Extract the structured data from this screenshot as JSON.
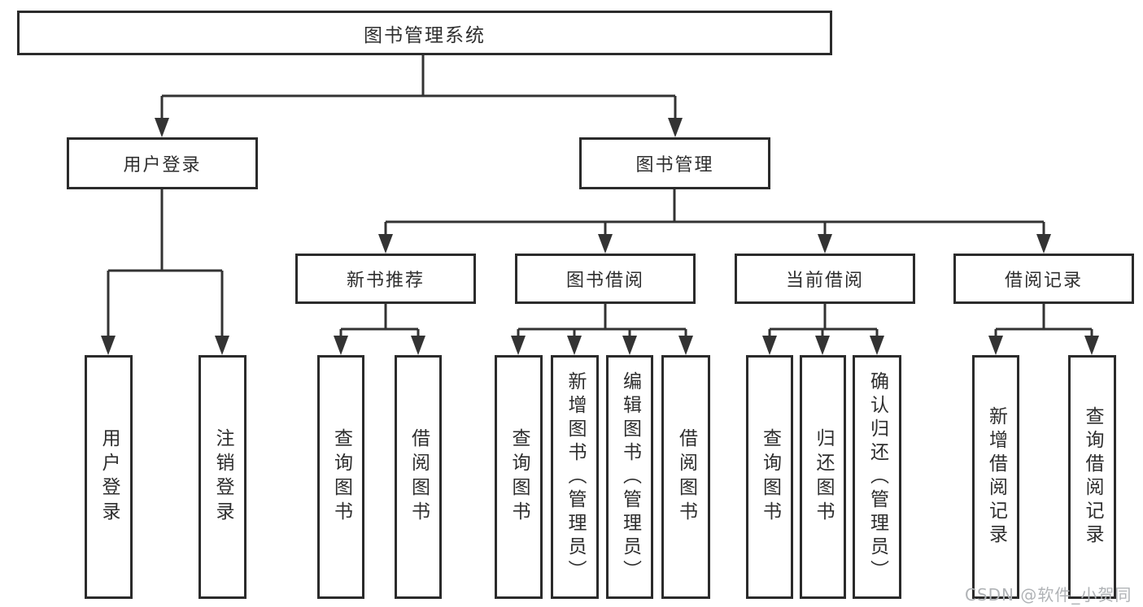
{
  "tree": {
    "label": "图书管理系统",
    "children": [
      {
        "label": "用户登录",
        "children": [
          {
            "label": "用户登录"
          },
          {
            "label": "注销登录"
          }
        ]
      },
      {
        "label": "图书管理",
        "children": [
          {
            "label": "新书推荐",
            "children": [
              {
                "label": "查询图书"
              },
              {
                "label": "借阅图书"
              }
            ]
          },
          {
            "label": "图书借阅",
            "children": [
              {
                "label": "查询图书"
              },
              {
                "label": "新增图书（管理员）"
              },
              {
                "label": "编辑图书（管理员）"
              },
              {
                "label": "借阅图书"
              }
            ]
          },
          {
            "label": "当前借阅",
            "children": [
              {
                "label": "查询图书"
              },
              {
                "label": "归还图书"
              },
              {
                "label": "确认归还（管理员）"
              }
            ]
          },
          {
            "label": "借阅记录",
            "children": [
              {
                "label": "新增借阅记录"
              },
              {
                "label": "查询借阅记录"
              }
            ]
          }
        ]
      }
    ]
  },
  "watermark": {
    "text": "CSDN @软件_小贺同学"
  },
  "colors": {
    "line": "#333333",
    "box_border": "#2b2b2b",
    "box_fill": "#ffffff",
    "text": "#2e2e2e",
    "watermark": "#b0b3b6",
    "background": "#ffffff"
  }
}
